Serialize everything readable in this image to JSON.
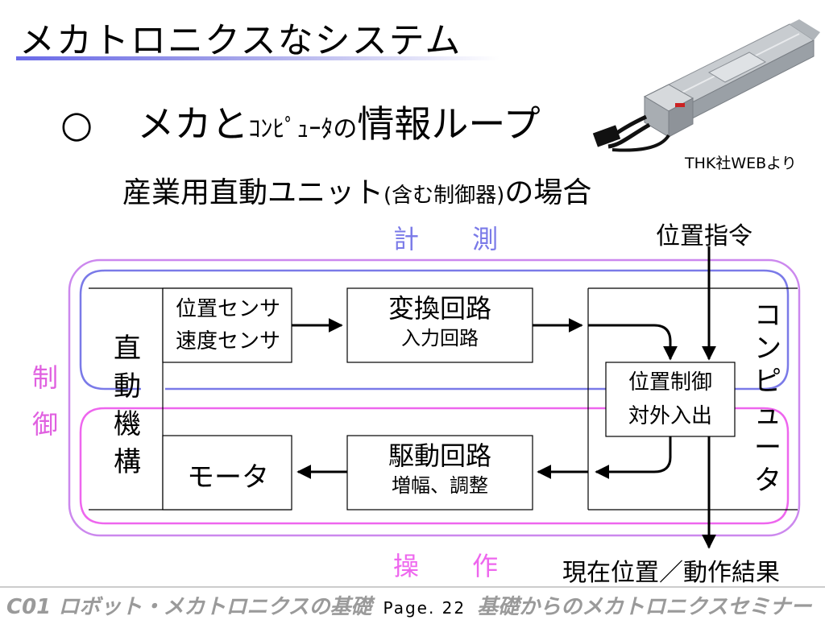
{
  "slide": {
    "title": "メカトロニクスなシステム",
    "subtitle_marker": "○",
    "subtitle_main": "メカと",
    "subtitle_small": "ｺﾝﾋﾟｭｰﾀの",
    "subtitle_end": "情報ループ",
    "photo_credit": "THK社WEBより",
    "subtitle2_main": "産業用直動ユニット",
    "subtitle2_small": "(含む制御器)",
    "subtitle2_end": "の場合"
  },
  "diagram": {
    "measure_label": "計 測",
    "operate_label": "操 作",
    "control_label": "制御",
    "command_input": "位置指令",
    "output_result": "現在位置／動作結果",
    "mechanism": "直動機構",
    "sensor_line1": "位置センサ",
    "sensor_line2": "速度センサ",
    "conv_line1": "変換回路",
    "conv_line2": "入力回路",
    "ctrl_line1": "位置制御",
    "ctrl_line2": "対外入出",
    "computer": "コンピュータ",
    "drive_line1": "駆動回路",
    "drive_line2": "増幅、調整",
    "motor": "モータ",
    "colors": {
      "measure": "#7a7ae8",
      "operate": "#ee66ee",
      "loop_outer": "#cc88ee"
    }
  },
  "footer": {
    "course": "C01 ロボット・メカトロニクスの基礎",
    "page": "Page. 22",
    "seminar": "基礎からのメカトロニクスセミナー"
  }
}
